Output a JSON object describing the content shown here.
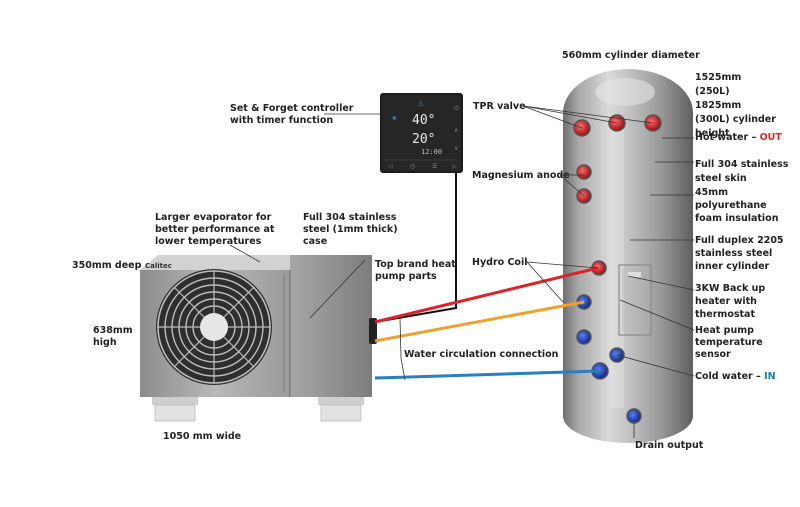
{
  "controller": {
    "temperature_top": "40°",
    "temperature_bottom": "20°",
    "clock": "12:00"
  },
  "heat_pump": {
    "brand": "Calitec"
  },
  "labels": {
    "controller_line1": "Set & Forget controller",
    "controller_line2": "with timer function",
    "evaporator_line1": "Larger evaporator for",
    "evaporator_line2": "better performance at",
    "evaporator_line3": "lower temperatures",
    "case_line1": "Full 304 stainless",
    "case_line2": "steel (1mm thick)",
    "case_line3": "case",
    "depth": "350mm deep",
    "height_line1": "638mm",
    "height_line2": "high",
    "width": "1050 mm wide",
    "parts_line1": "Top brand heat",
    "parts_line2": "pump parts",
    "water_circulation": "Water circulation connection",
    "tpr_valve": "TPR valve",
    "magnesium_anode": "Magnesium anode",
    "hydro_coil": "Hydro Coil",
    "diameter": "560mm cylinder diameter",
    "cyl_height_line1": "1525mm",
    "cyl_height_line2": "(250L)",
    "cyl_height_line3": "1825mm",
    "cyl_height_line4": "(300L)  cylinder",
    "cyl_height_line5": "height",
    "hot_water_prefix": "Hot water – ",
    "hot_water_suffix": "OUT",
    "skin_line1": "Full 304 stainless",
    "skin_line2": "steel skin",
    "insulation_line1": "45mm",
    "insulation_line2": "polyurethane",
    "insulation_line3": "foam insulation",
    "inner_line1": "Full duplex 2205",
    "inner_line2": "stainless steel",
    "inner_line3": "inner cylinder",
    "backup_line1": "3KW Back up",
    "backup_line2": "heater with",
    "backup_line3": "thermostat",
    "sensor_line1": "Heat pump",
    "sensor_line2": "temperature",
    "sensor_line3": "sensor",
    "cold_water_prefix": "Cold water – ",
    "cold_water_suffix": "IN",
    "drain": "Drain output"
  },
  "colors": {
    "hot_pipe": "#d8252b",
    "return_pipe": "#f0a030",
    "cold_pipe": "#2a7fc0",
    "cable": "#111111",
    "hot_accent": "#e0262a",
    "cold_accent": "#1b7fbf"
  }
}
